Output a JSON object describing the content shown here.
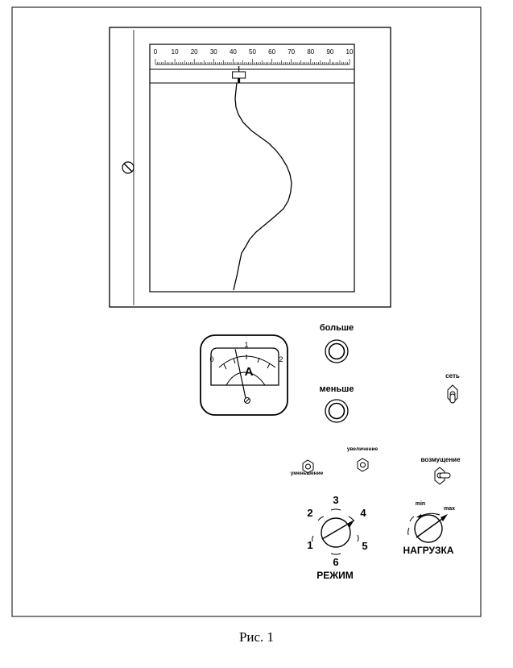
{
  "recorder": {
    "scale_ticks": [
      "0",
      "10",
      "20",
      "30",
      "40",
      "50",
      "60",
      "70",
      "80",
      "90",
      "10"
    ],
    "pointer_value": 43
  },
  "ammeter": {
    "unit": "A",
    "scale": [
      "0",
      "1",
      "2"
    ],
    "needle_value": 0.75
  },
  "buttons": {
    "more": "больше",
    "less": "меньше"
  },
  "toggles": {
    "power": "сеть",
    "excitation": "возмущение"
  },
  "knobs": {
    "decrease": "уменьшение",
    "increase": "увеличение"
  },
  "mode_switch": {
    "title": "РЕЖИМ",
    "positions": [
      "1",
      "2",
      "3",
      "4",
      "5",
      "6"
    ]
  },
  "load_control": {
    "title": "НАГРУЗКА",
    "min": "min",
    "max": "max"
  },
  "caption": "Рис. 1"
}
